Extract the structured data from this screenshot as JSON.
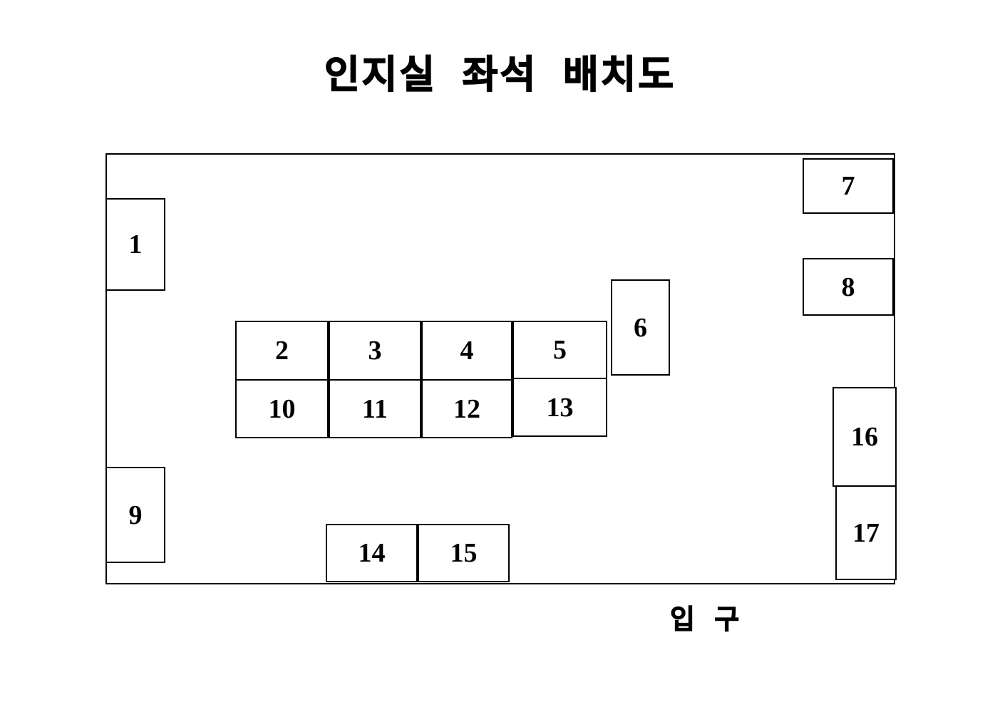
{
  "page": {
    "title": "인지실 좌석 배치도",
    "entrance_label": "입 구"
  },
  "seats": [
    {
      "id": 1,
      "label": "1"
    },
    {
      "id": 2,
      "label": "2"
    },
    {
      "id": 3,
      "label": "3"
    },
    {
      "id": 4,
      "label": "4"
    },
    {
      "id": 5,
      "label": "5"
    },
    {
      "id": 6,
      "label": "6"
    },
    {
      "id": 7,
      "label": "7"
    },
    {
      "id": 8,
      "label": "8"
    },
    {
      "id": 9,
      "label": "9"
    },
    {
      "id": 10,
      "label": "10"
    },
    {
      "id": 11,
      "label": "11"
    },
    {
      "id": 12,
      "label": "12"
    },
    {
      "id": 13,
      "label": "13"
    },
    {
      "id": 14,
      "label": "14"
    },
    {
      "id": 15,
      "label": "15"
    },
    {
      "id": 16,
      "label": "16"
    },
    {
      "id": 17,
      "label": "17"
    }
  ]
}
